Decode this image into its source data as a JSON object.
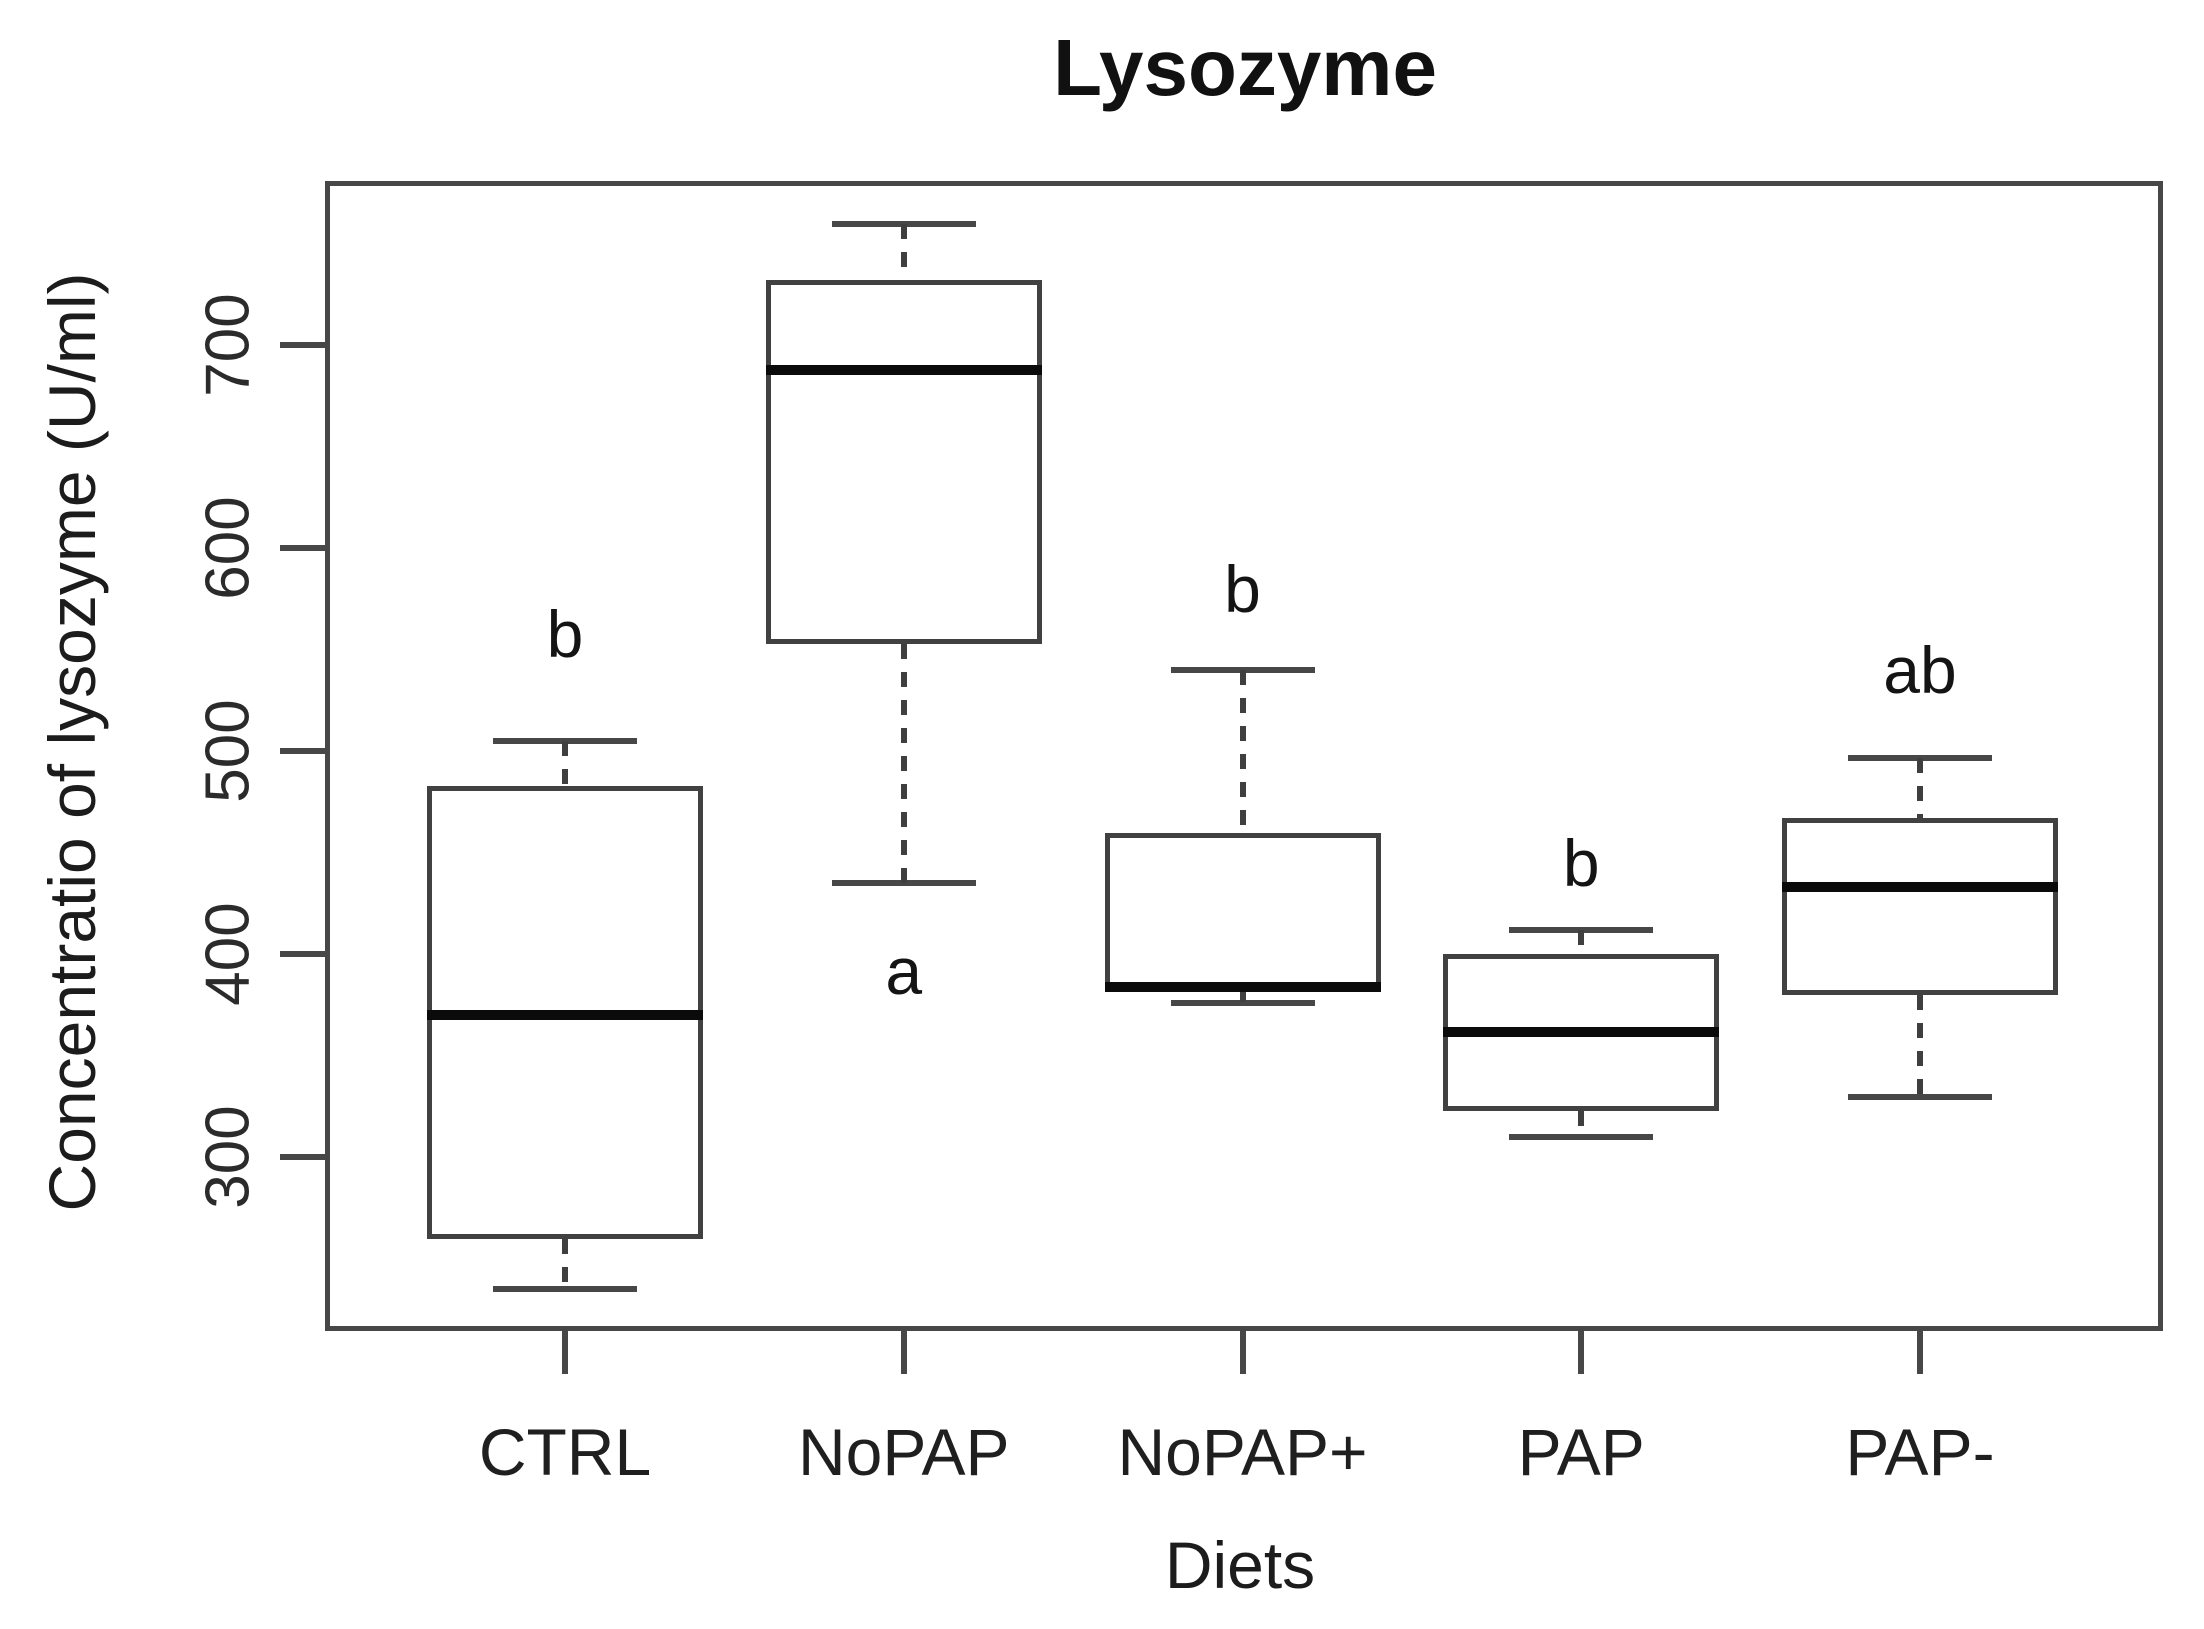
{
  "title": "Lysozyme",
  "ylabel": "Concentratio of lysozyme (U/ml)",
  "xlabel": "Diets",
  "colors": {
    "line": "#474747",
    "median": "#0b0b0b",
    "text": "#1c1c1c"
  },
  "chart_data": {
    "type": "boxplot",
    "title": "Lysozyme",
    "xlabel": "Diets",
    "ylabel": "Concentratio of lysozyme (U/ml)",
    "categories": [
      "CTRL",
      "NoPAP",
      "NoPAP+",
      "PAP",
      "PAP-"
    ],
    "yticks": [
      700,
      600,
      500,
      400,
      300
    ],
    "ylim": [
      216,
      780
    ],
    "grid": false,
    "series": [
      {
        "name": "CTRL",
        "whisker_low": 235,
        "q1": 260,
        "median": 370,
        "q3": 483,
        "whisker_high": 505,
        "sig_letter": "b",
        "letter_y_value": 558,
        "letter_side": "above"
      },
      {
        "name": "NoPAP",
        "whisker_low": 435,
        "q1": 553,
        "median": 688,
        "q3": 732,
        "whisker_high": 760,
        "sig_letter": "a",
        "letter_y_value": 392,
        "letter_side": "below"
      },
      {
        "name": "NoPAP+",
        "whisker_low": 376,
        "q1": 384,
        "median": 384,
        "q3": 460,
        "whisker_high": 540,
        "sig_letter": "b",
        "letter_y_value": 580,
        "letter_side": "above"
      },
      {
        "name": "PAP",
        "whisker_low": 310,
        "q1": 323,
        "median": 362,
        "q3": 400,
        "whisker_high": 412,
        "sig_letter": "b",
        "letter_y_value": 445,
        "letter_side": "above"
      },
      {
        "name": "PAP-",
        "whisker_low": 330,
        "q1": 380,
        "median": 433,
        "q3": 467,
        "whisker_high": 497,
        "sig_letter": "ab",
        "letter_y_value": 540,
        "letter_side": "above"
      }
    ]
  }
}
